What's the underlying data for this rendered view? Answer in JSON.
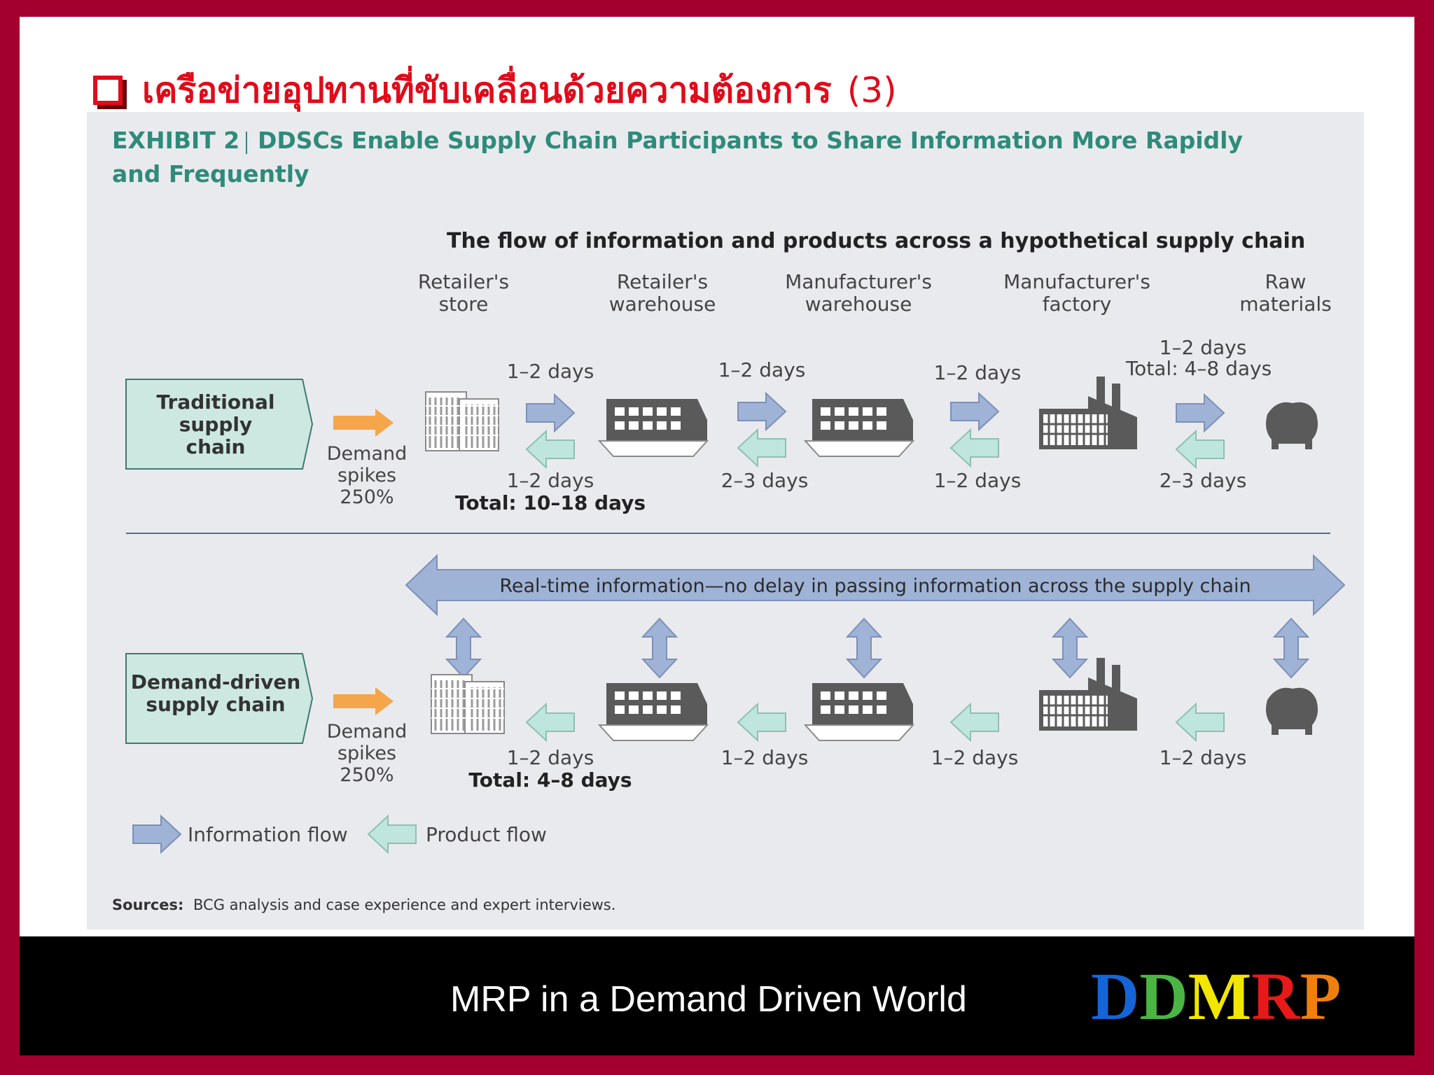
{
  "slide": {
    "title_thai": "เครือข่ายอุปทานที่ขับเคลื่อนด้วยความต้องการ",
    "title_suffix": "(3)"
  },
  "exhibit": {
    "label": "EXHIBIT 2",
    "title_line1": "DDSCs Enable Supply Chain Participants to Share Information More Rapidly",
    "title_line2": "and Frequently",
    "subtitle": "The flow of information and products across a hypothetical supply chain",
    "columns": [
      {
        "line1": "Retailer's",
        "line2": "store"
      },
      {
        "line1": "Retailer's",
        "line2": "warehouse"
      },
      {
        "line1": "Manufacturer's",
        "line2": "warehouse"
      },
      {
        "line1": "Manufacturer's",
        "line2": "factory"
      },
      {
        "line1": "Raw",
        "line2": "materials"
      }
    ],
    "traditional": {
      "label_lines": [
        "Traditional",
        "supply",
        "chain"
      ],
      "demand_lines": [
        "Demand",
        "spikes",
        "250%"
      ],
      "info_times": [
        "1–2 days",
        "1–2 days",
        "1–2 days",
        "1–2 days"
      ],
      "info_total": "Total: 4–8 days",
      "product_times": [
        "1–2 days",
        "2–3 days",
        "1–2 days",
        "2–3 days"
      ],
      "product_total": "Total: 10–18 days"
    },
    "demand_driven": {
      "label_lines": [
        "Demand-driven",
        "supply chain"
      ],
      "demand_lines": [
        "Demand",
        "spikes",
        "250%"
      ],
      "banner": "Real-time information—no delay in passing information across the supply chain",
      "product_times": [
        "1–2 days",
        "1–2 days",
        "1–2 days",
        "1–2 days"
      ],
      "product_total": "Total: 4–8 days"
    },
    "legend": {
      "info": "Information flow",
      "product": "Product flow"
    },
    "sources_label": "Sources:",
    "sources_text": "BCG analysis and case experience and expert interviews."
  },
  "footer": {
    "text": "MRP in a Demand Driven World",
    "brand": [
      {
        "ch": "D",
        "color": "#1565d8"
      },
      {
        "ch": "D",
        "color": "#4bb543"
      },
      {
        "ch": "M",
        "color": "#f2e600"
      },
      {
        "ch": "R",
        "color": "#e81919"
      },
      {
        "ch": "P",
        "color": "#f07f10"
      }
    ]
  },
  "colors": {
    "frame": "#a3002f",
    "title": "#e10b1a",
    "exhibit_title": "#2e8b7a",
    "info_arrow": "#9fb3d6",
    "product_arrow": "#bfe6de",
    "demand_arrow": "#f5a64a",
    "label_box": "#cde8e1",
    "building": "#5a5a5a"
  }
}
